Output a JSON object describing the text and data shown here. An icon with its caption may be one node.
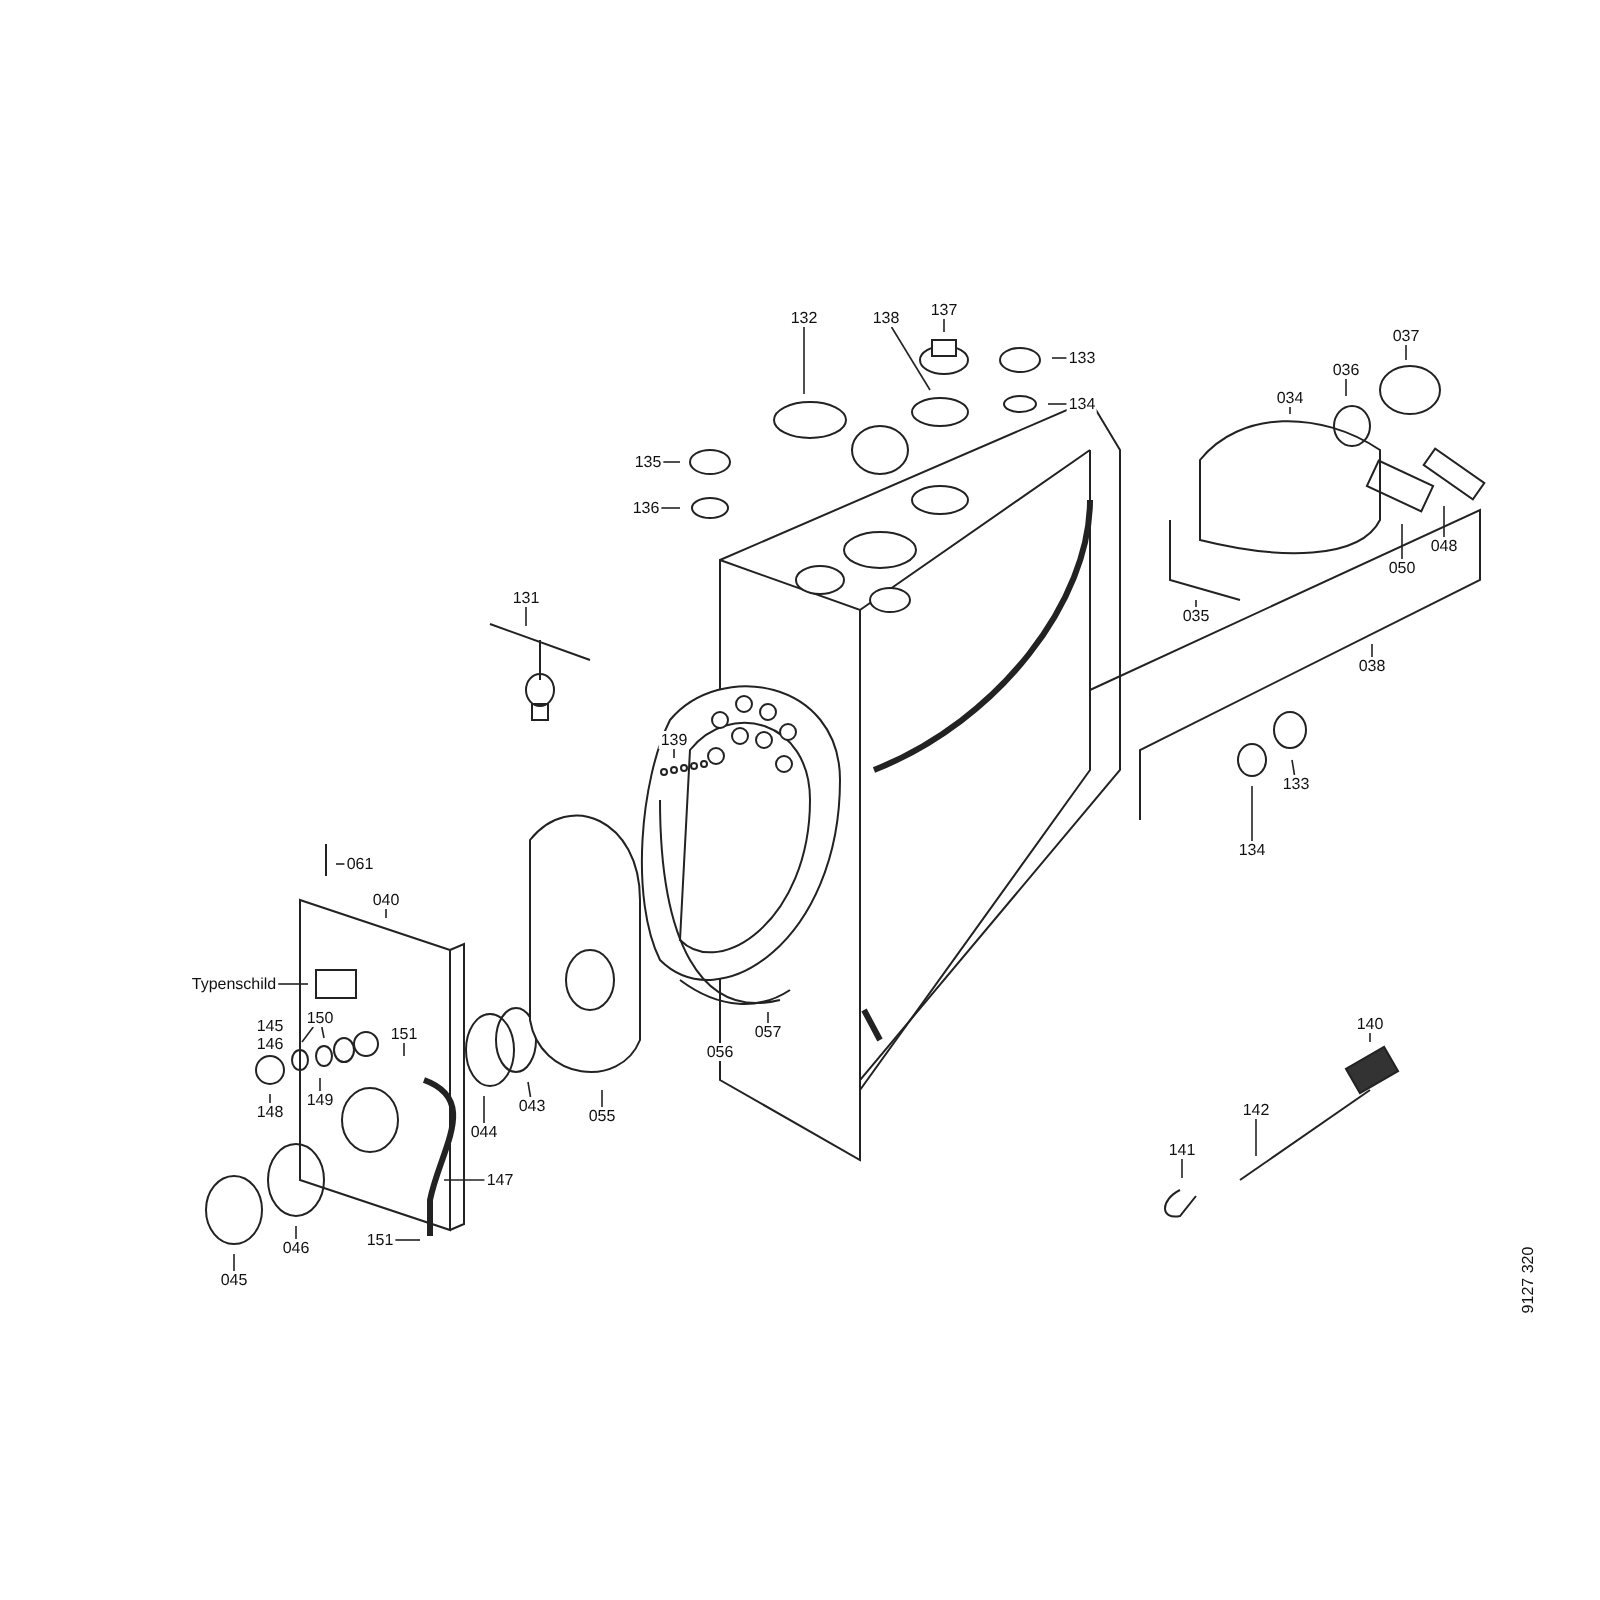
{
  "diagram": {
    "nodes": [
      {
        "text": [
          "132"
        ]
      },
      {
        "text": [
          "138"
        ]
      },
      {
        "text": [
          "137"
        ]
      },
      {
        "text": [
          "133"
        ]
      },
      {
        "text": [
          "134"
        ]
      },
      {
        "text": [
          "135"
        ]
      },
      {
        "text": [
          "136"
        ]
      },
      {
        "text": [
          "131"
        ]
      },
      {
        "text": [
          "139"
        ]
      },
      {
        "text": [
          "037"
        ]
      },
      {
        "text": [
          "036"
        ]
      },
      {
        "text": [
          "034"
        ]
      },
      {
        "text": [
          "048"
        ]
      },
      {
        "text": [
          "050"
        ]
      },
      {
        "text": [
          "035"
        ]
      },
      {
        "text": [
          "038"
        ]
      },
      {
        "text": [
          "133"
        ]
      },
      {
        "text": [
          "134"
        ]
      },
      {
        "text": [
          "061"
        ]
      },
      {
        "text": [
          "040"
        ]
      },
      {
        "text": [
          "Typenschild"
        ]
      },
      {
        "text": [
          "150"
        ]
      },
      {
        "text": [
          "151"
        ]
      },
      {
        "text": [
          "149"
        ]
      },
      {
        "text": [
          "148"
        ]
      },
      {
        "text": [
          "147"
        ]
      },
      {
        "text": [
          "151"
        ]
      },
      {
        "text": [
          "044"
        ]
      },
      {
        "text": [
          "043"
        ]
      },
      {
        "text": [
          "055"
        ]
      },
      {
        "text": [
          "056"
        ]
      },
      {
        "text": [
          "057"
        ]
      },
      {
        "text": [
          "046"
        ]
      },
      {
        "text": [
          "045"
        ]
      },
      {
        "text": [
          "140"
        ]
      },
      {
        "text": [
          "142"
        ]
      },
      {
        "text": [
          "141"
        ]
      }
    ],
    "edges": [
      {
        "from": 0,
        "to": null,
        "arrow": "none"
      },
      {
        "from": 1,
        "to": null,
        "arrow": "none"
      },
      {
        "from": 2,
        "to": null,
        "arrow": "none"
      },
      {
        "from": 3,
        "to": null,
        "arrow": "none"
      },
      {
        "from": 4,
        "to": null,
        "arrow": "none"
      },
      {
        "from": 5,
        "to": null,
        "arrow": "none"
      },
      {
        "from": 6,
        "to": null,
        "arrow": "none"
      },
      {
        "from": 7,
        "to": null,
        "arrow": "none"
      },
      {
        "from": 8,
        "to": null,
        "arrow": "none"
      },
      {
        "from": 9,
        "to": null,
        "arrow": "none"
      },
      {
        "from": 10,
        "to": null,
        "arrow": "none"
      },
      {
        "from": 11,
        "to": null,
        "arrow": "none"
      },
      {
        "from": 12,
        "to": null,
        "arrow": "none"
      },
      {
        "from": 13,
        "to": null,
        "arrow": "none"
      },
      {
        "from": 14,
        "to": null,
        "arrow": "none"
      },
      {
        "from": 15,
        "to": null,
        "arrow": "none"
      },
      {
        "from": 16,
        "to": null,
        "arrow": "none"
      },
      {
        "from": 17,
        "to": null,
        "arrow": "none"
      },
      {
        "from": 18,
        "to": null,
        "arrow": "none"
      },
      {
        "from": 19,
        "to": null,
        "arrow": "none"
      },
      {
        "from": 20,
        "to": null,
        "arrow": "none"
      },
      {
        "from": 21,
        "to": null,
        "arrow": "none"
      },
      {
        "from": 21,
        "to": null,
        "arrow": "none"
      },
      {
        "from": 22,
        "to": null,
        "arrow": "none"
      },
      {
        "from": 23,
        "to": null,
        "arrow": "none"
      },
      {
        "from": 24,
        "to": null,
        "arrow": "none"
      },
      {
        "from": 25,
        "to": null,
        "arrow": "none"
      },
      {
        "from": 26,
        "to": null,
        "arrow": "none"
      },
      {
        "from": 27,
        "to": null,
        "arrow": "none"
      },
      {
        "from": 28,
        "to": null,
        "arrow": "none"
      },
      {
        "from": 29,
        "to": null,
        "arrow": "none"
      },
      {
        "from": 30,
        "to": null,
        "arrow": "none"
      },
      {
        "from": 31,
        "to": null,
        "arrow": "none"
      },
      {
        "from": 32,
        "to": null,
        "arrow": "none"
      },
      {
        "from": 33,
        "to": null,
        "arrow": "none"
      },
      {
        "from": 34,
        "to": null,
        "arrow": "none"
      },
      {
        "from": 35,
        "to": null,
        "arrow": "none"
      },
      {
        "from": 36,
        "to": null,
        "arrow": "none"
      }
    ],
    "labels": [
      "145",
      "146",
      "9127 320"
    ]
  }
}
